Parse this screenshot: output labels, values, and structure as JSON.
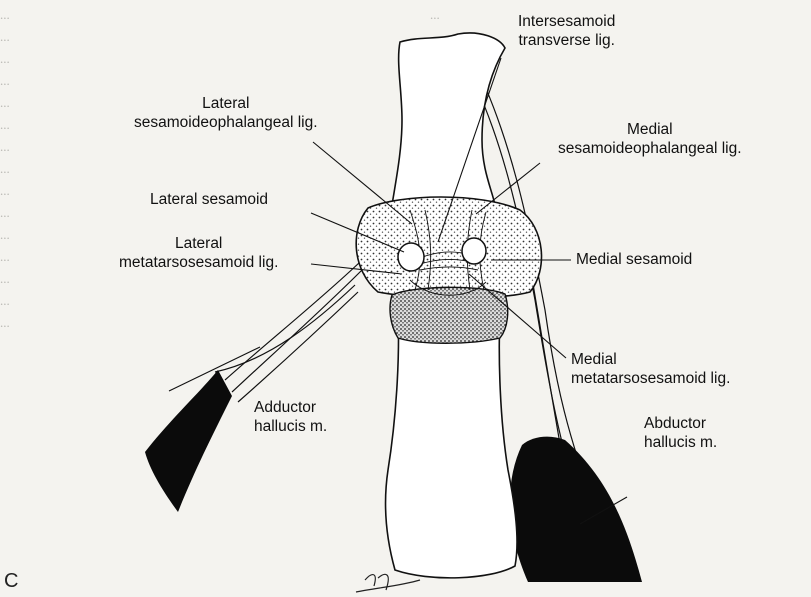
{
  "figure": {
    "panel_letter": "C",
    "labels": {
      "intersesamoid": [
        "Intersesamoid",
        "transverse lig."
      ],
      "lateral_sesamoideophalangeal": [
        "Lateral",
        "sesamoideophalangeal lig."
      ],
      "medial_sesamoideophalangeal": [
        "Medial",
        "sesamoideophalangeal lig."
      ],
      "lateral_sesamoid": [
        "Lateral sesamoid"
      ],
      "lateral_metatarsosesamoid": [
        "Lateral",
        "metatarsosesamoid lig."
      ],
      "medial_sesamoid": [
        "Medial sesamoid"
      ],
      "medial_metatarsosesamoid": [
        "Medial",
        "metatarsosesamoid lig."
      ],
      "adductor_hallucis": [
        "Adductor",
        "hallucis m."
      ],
      "abductor_hallucis": [
        "Abductor",
        "hallucis m."
      ]
    }
  },
  "background_text": {
    "left_column": [
      "...",
      "...",
      "...",
      "...",
      "...",
      "...",
      "...",
      "...",
      "...",
      "...",
      "...",
      "...",
      "...",
      "...",
      "..."
    ],
    "right_column": [
      "...",
      "...",
      "...",
      "...",
      "...",
      "...",
      "...",
      "...",
      "...",
      "...",
      "...",
      "...",
      "...",
      "...",
      "...",
      "...",
      "...",
      "...",
      "..."
    ]
  },
  "colors": {
    "ink": "#111111",
    "page": "#f4f3ef",
    "bone_fill": "#ffffff",
    "muscle": "#0a0a0a"
  }
}
